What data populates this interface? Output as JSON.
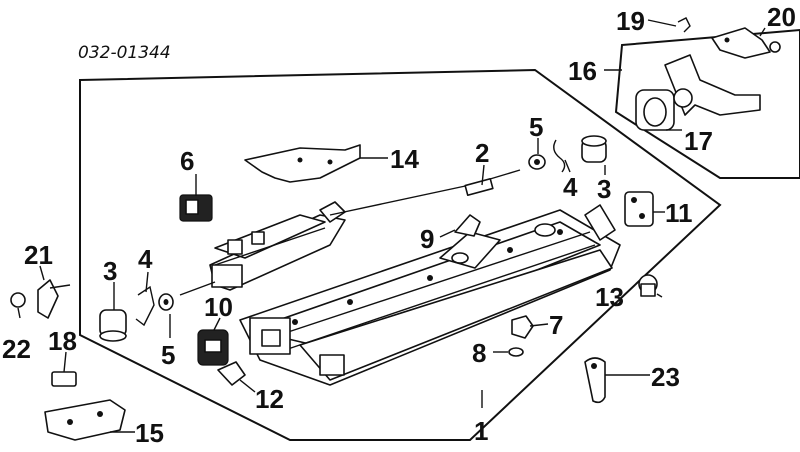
{
  "diagram": {
    "part_code": "032-01344",
    "callouts": {
      "c1": "1",
      "c2": "2",
      "c3a": "3",
      "c3b": "3",
      "c4a": "4",
      "c4b": "4",
      "c5a": "5",
      "c5b": "5",
      "c6": "6",
      "c7": "7",
      "c8": "8",
      "c9": "9",
      "c10": "10",
      "c11": "11",
      "c12": "12",
      "c13": "13",
      "c14": "14",
      "c15": "15",
      "c16": "16",
      "c17": "17",
      "c18": "18",
      "c19": "19",
      "c20": "20",
      "c21": "21",
      "c22": "22",
      "c23": "23"
    }
  }
}
